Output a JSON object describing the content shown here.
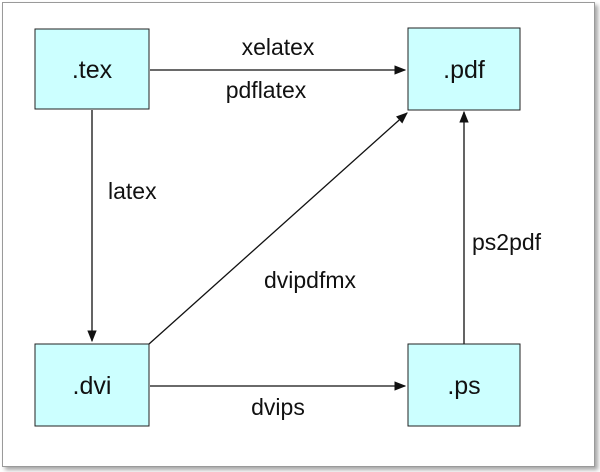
{
  "diagram": {
    "nodes": {
      "tex": ".tex",
      "pdf": ".pdf",
      "dvi": ".dvi",
      "ps": ".ps"
    },
    "edges": {
      "tex_pdf_1": "xelatex",
      "tex_pdf_2": "pdflatex",
      "tex_dvi": "latex",
      "dvi_pdf": "dvipdfmx",
      "dvi_ps": "dvips",
      "ps_pdf": "ps2pdf"
    },
    "colors": {
      "node_fill": "#ccffff",
      "line": "#111111"
    }
  }
}
